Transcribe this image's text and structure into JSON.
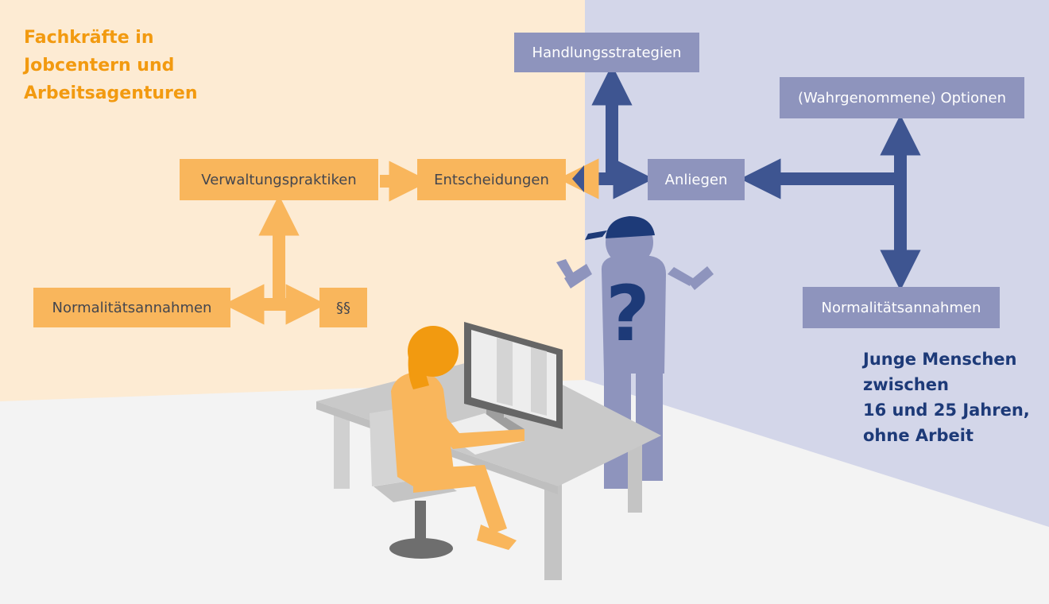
{
  "colors": {
    "staff_background": "#fdebd3",
    "youth_background": "#d3d6e9",
    "floor": "#f3f3f3",
    "staff_box": "#f9b65c",
    "staff_title": "#f29a10",
    "staff_arrow": "#f9b65c",
    "youth_box": "#8e94bd",
    "youth_arrow": "#3e5591",
    "youth_title": "#1d3a78",
    "question_mark": "#1d3a78"
  },
  "staff_group": {
    "title_lines": [
      "Fachkräfte in",
      "Jobcentern und",
      "Arbeitsagenturen"
    ],
    "administrative_practices": "Verwaltungspraktiken",
    "decisions": "Entscheidungen",
    "normality_assumptions": "Normalitätsannahmen",
    "law": "§§"
  },
  "youth_group": {
    "title_lines": [
      "Junge Menschen",
      "zwischen",
      "16 und 25 Jahren,",
      "ohne Arbeit"
    ],
    "action_strategies": "Handlungsstrategien",
    "concern": "Anliegen",
    "perceived_options": "(Wahrgenommene) Optionen",
    "normality_assumptions": "Normalitätsannahmen"
  },
  "figures": {
    "question_mark": "?"
  }
}
